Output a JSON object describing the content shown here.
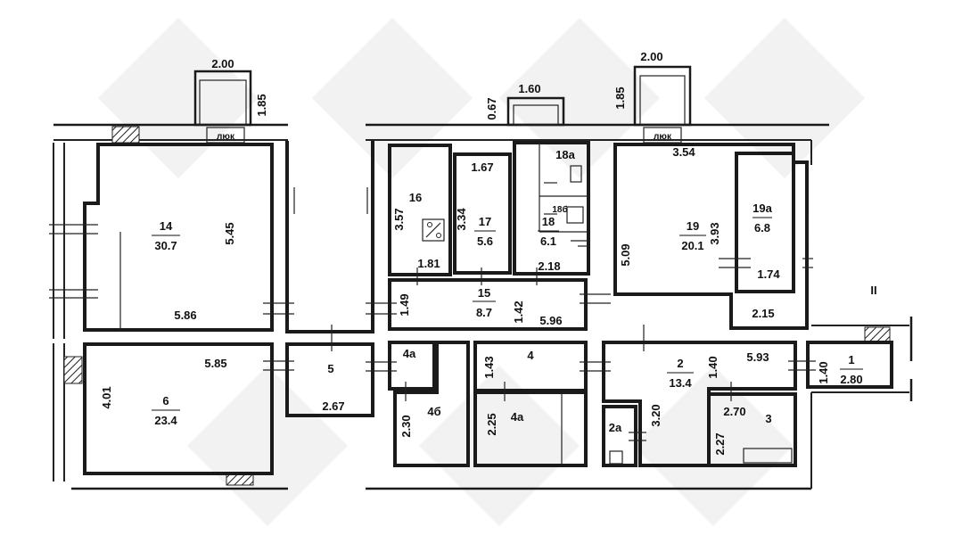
{
  "rooms": [
    {
      "id": "14",
      "area": "30.7"
    },
    {
      "id": "6",
      "area": "23.4"
    },
    {
      "id": "5"
    },
    {
      "id": "16"
    },
    {
      "id": "17",
      "area": "5.6"
    },
    {
      "id": "18",
      "area": "6.1"
    },
    {
      "id": "18a"
    },
    {
      "id": "18б"
    },
    {
      "id": "19",
      "area": "20.1"
    },
    {
      "id": "19a",
      "area": "6.8"
    },
    {
      "id": "15",
      "area": "8.7"
    },
    {
      "id": "4a_top"
    },
    {
      "id": "4"
    },
    {
      "id": "4б"
    },
    {
      "id": "4a_bottom"
    },
    {
      "id": "2",
      "area": "13.4"
    },
    {
      "id": "2a"
    },
    {
      "id": "3"
    },
    {
      "id": "1",
      "area": "2.80"
    }
  ],
  "labels": {
    "hatch_word": "люк",
    "section": "II",
    "room_ids": {
      "r14": "14",
      "r6": "6",
      "r5": "5",
      "r16": "16",
      "r17": "17",
      "r18": "18",
      "r18a": "18a",
      "r18b": "18б",
      "r19": "19",
      "r19a": "19a",
      "r15": "15",
      "r4a_top": "4a",
      "r4": "4",
      "r4b": "4б",
      "r4a_bottom": "4a",
      "r2": "2",
      "r2a": "2a",
      "r3": "3",
      "r1": "1"
    },
    "areas": {
      "r14": "30.7",
      "r6": "23.4",
      "r17": "5.6",
      "r18": "6.1",
      "r19": "20.1",
      "r19a": "6.8",
      "r15": "8.7",
      "r2": "13.4",
      "r1": "2.80"
    }
  },
  "dimensions": {
    "d_200_left": "2.00",
    "d_185_left": "1.85",
    "d_160": "1.60",
    "d_067": "0.67",
    "d_200_right": "2.00",
    "d_185_right": "1.85",
    "d_545": "5.45",
    "d_586": "5.86",
    "d_585": "5.85",
    "d_401": "4.01",
    "d_267": "2.67",
    "d_357": "3.57",
    "d_181": "1.81",
    "d_167": "1.67",
    "d_334": "3.34",
    "d_218": "2.18",
    "d_149": "1.49",
    "d_142": "1.42",
    "d_596": "5.96",
    "d_354": "3.54",
    "d_509": "5.09",
    "d_393": "3.93",
    "d_174": "1.74",
    "d_215": "2.15",
    "d_143": "1.43",
    "d_230": "2.30",
    "d_225": "2.25",
    "d_140_a": "1.40",
    "d_593": "5.93",
    "d_320": "3.20",
    "d_270": "2.70",
    "d_227": "2.27",
    "d_140_b": "1.40"
  }
}
